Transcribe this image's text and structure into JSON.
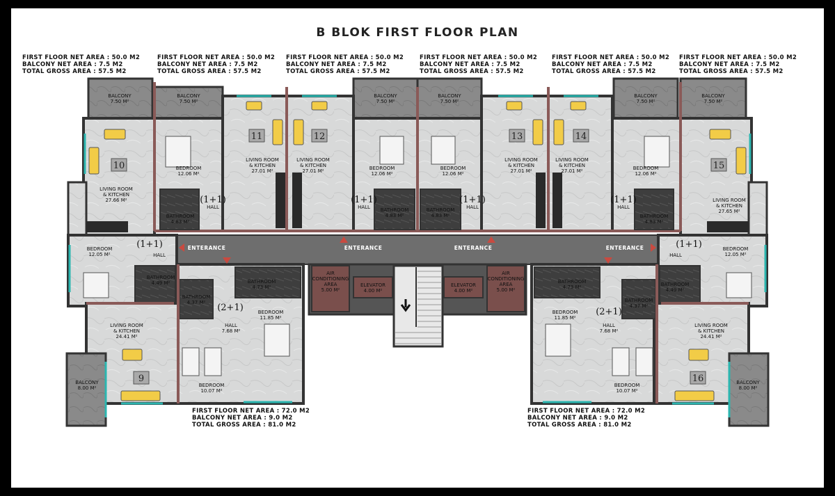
{
  "title": "B  BLOK FIRST FLOOR PLAN",
  "area_blocks_top": [
    [
      "FIRST FLOOR NET AREA : 50.0 M2",
      "BALCONY NET AREA : 7.5 M2",
      "TOTAL GROSS AREA : 57.5 M2"
    ],
    [
      "FIRST FLOOR NET AREA : 50.0 M2",
      "BALCONY NET AREA : 7.5 M2",
      "TOTAL GROSS AREA : 57.5 M2"
    ],
    [
      "FIRST FLOOR NET AREA : 50.0 M2",
      "BALCONY NET AREA : 7.5 M2",
      "TOTAL GROSS AREA : 57.5 M2"
    ],
    [
      "FIRST FLOOR NET AREA : 50.0 M2",
      "BALCONY NET AREA : 7.5 M2",
      "TOTAL GROSS AREA : 57.5 M2"
    ],
    [
      "FIRST FLOOR NET AREA : 50.0 M2",
      "BALCONY NET AREA : 7.5 M2",
      "TOTAL GROSS AREA : 57.5 M2"
    ],
    [
      "FIRST FLOOR NET AREA : 50.0 M2",
      "BALCONY NET AREA : 7.5 M2",
      "TOTAL GROSS AREA : 57.5 M2"
    ]
  ],
  "area_blocks_bottom": [
    [
      "FIRST FLOOR NET AREA : 72.0 M2",
      "BALCONY NET AREA : 9.0 M2",
      "TOTAL GROSS AREA : 81.0 M2"
    ],
    [
      "FIRST FLOOR NET AREA : 72.0 M2",
      "BALCONY NET AREA : 9.0 M2",
      "TOTAL GROSS AREA : 81.0 M2"
    ]
  ],
  "unit_numbers": [
    "10",
    "11",
    "12",
    "13",
    "14",
    "15",
    "9",
    "16"
  ],
  "unit_types": [
    "(1+1)",
    "(1+1)",
    "(1+1)",
    "(1+1)",
    "(1+1)",
    "(1+1)",
    "(2+1)",
    "(2+1)"
  ],
  "hall_labels": [
    "HALL",
    "HALL",
    "HALL",
    "HALL",
    "HALL",
    "HALL",
    "HALL",
    "HALL"
  ],
  "rooms": [
    [
      "BALCONY",
      "7.50 M²"
    ],
    [
      "BALCONY",
      "7.50 M²"
    ],
    [
      "BALCONY",
      "7.50 M²"
    ],
    [
      "BALCONY",
      "7.50 M²"
    ],
    [
      "BALCONY",
      "7.50 M²"
    ],
    [
      "BALCONY",
      "7.50 M²"
    ],
    [
      "BEDROOM",
      "12.06 M²"
    ],
    [
      "LIVING ROOM",
      "& KITCHEN",
      "27.01 M²"
    ],
    [
      "LIVING ROOM",
      "& KITCHEN",
      "27.01 M²"
    ],
    [
      "BEDROOM",
      "12.06 M²"
    ],
    [
      "BEDROOM",
      "12.06 M²"
    ],
    [
      "LIVING ROOM",
      "& KITCHEN",
      "27.01 M²"
    ],
    [
      "LIVING ROOM",
      "& KITCHEN",
      "27.01 M²"
    ],
    [
      "BEDROOM",
      "12.06 M²"
    ],
    [
      "LIVING ROOM",
      "& KITCHEN",
      "27.66 M²"
    ],
    [
      "LIVING ROOM",
      "& KITCHEN",
      "27.65 M²"
    ],
    [
      "BATHROOM",
      "4.83 M²"
    ],
    [
      "BATHROOM",
      "4.83 M²"
    ],
    [
      "BATHROOM",
      "4.83 M²"
    ],
    [
      "BATHROOM",
      "4.83 M²"
    ],
    [
      "BEDROOM",
      "12.05 M²"
    ],
    [
      "BEDROOM",
      "12.05 M²"
    ],
    [
      "BATHROOM",
      "4.49 M²"
    ],
    [
      "BATHROOM",
      "4.49 M²"
    ],
    [
      "BATHROOM",
      "4.37 M²"
    ],
    [
      "BATHROOM",
      "4.73 M²"
    ],
    [
      "BATHROOM",
      "4.73 M²"
    ],
    [
      "BATHROOM",
      "4.37 M²"
    ],
    [
      "AIR",
      "CONDITIONING",
      "AREA",
      "5.00 M²"
    ],
    [
      "ELEVATOR",
      "4.00 M²"
    ],
    [
      "ELEVATOR",
      "4.00 M²"
    ],
    [
      "AIR",
      "CONDITIONING",
      "AREA",
      "5.00 M²"
    ],
    [
      "HALL",
      "7.68 M²"
    ],
    [
      "HALL",
      "7.68 M²"
    ],
    [
      "BEDROOM",
      "11.85 M²"
    ],
    [
      "BEDROOM",
      "11.85 M²"
    ],
    [
      "LIVING ROOM",
      "& KITCHEN",
      "24.41 M²"
    ],
    [
      "LIVING ROOM",
      "& KITCHEN",
      "24.41 M²"
    ],
    [
      "BEDROOM",
      "10.07 M²"
    ],
    [
      "BEDROOM",
      "10.07 M²"
    ],
    [
      "BALCONY",
      "8.00 M²"
    ],
    [
      "BALCONY",
      "8.00 M²"
    ]
  ],
  "entrance_labels": [
    "ENTERANCE",
    "ENTERANCE",
    "ENTERANCE",
    "ENTERANCE"
  ],
  "colors": {
    "floor": "#d9dada",
    "wall": "#444444",
    "corridor": "#6e6e6e",
    "partition": "#8a5a58",
    "window": "#2bb6b0",
    "furniture": "#f2cc47",
    "balcony": "#8d8d8d"
  }
}
